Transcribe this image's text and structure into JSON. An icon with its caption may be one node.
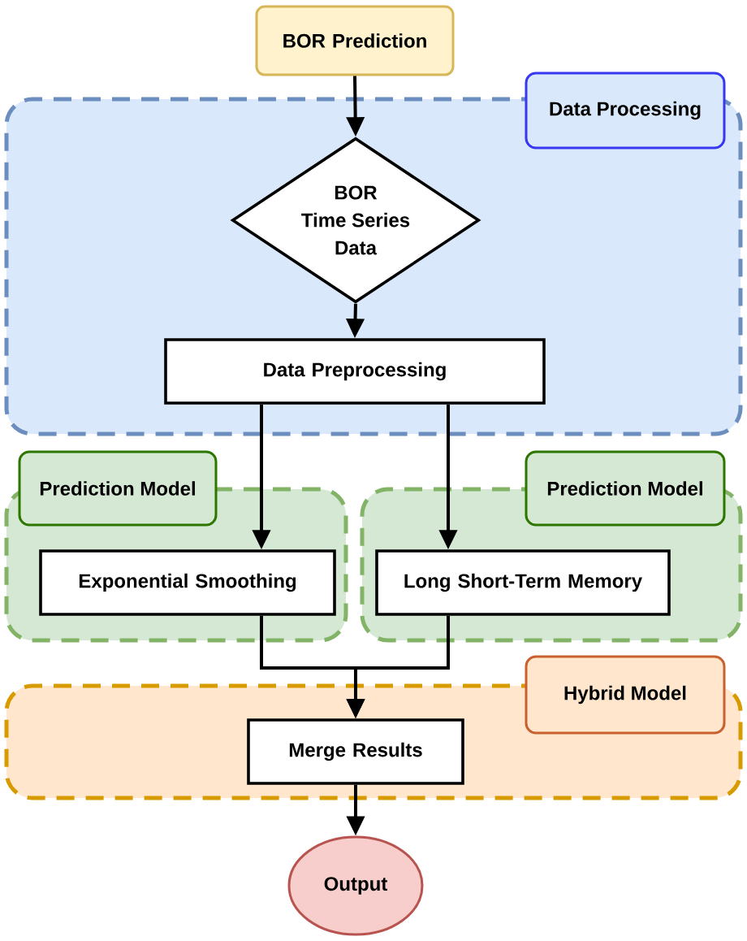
{
  "diagram": {
    "nodes": [
      {
        "text": [
          "BOR Prediction"
        ]
      },
      {
        "text": [
          "Data Processing"
        ]
      },
      {
        "text": [
          "BOR Time Series Data"
        ],
        "in": 1
      },
      {
        "text": [
          "Data Preprocessing"
        ],
        "in": 1
      },
      {
        "text": [
          "Prediction Model"
        ]
      },
      {
        "text": [
          "Exponential Smoothing"
        ],
        "in": 4
      },
      {
        "text": [
          "Prediction Model"
        ]
      },
      {
        "text": [
          "Long Short-Term Memory"
        ],
        "in": 6
      },
      {
        "text": [
          "Hybrid Model"
        ]
      },
      {
        "text": [
          "Merge Results"
        ],
        "in": 8
      },
      {
        "text": [
          "Output"
        ]
      }
    ],
    "edges": [
      {
        "from": 0,
        "to": 2,
        "arrow": "to"
      },
      {
        "from": 2,
        "to": 3,
        "arrow": "to"
      },
      {
        "from": 3,
        "to": 5,
        "arrow": "to"
      },
      {
        "from": 3,
        "to": 7,
        "arrow": "to"
      },
      {
        "from": 5,
        "to": 9,
        "arrow": "to"
      },
      {
        "from": 7,
        "to": 9,
        "arrow": "to"
      },
      {
        "from": 9,
        "to": 10,
        "arrow": "to"
      }
    ]
  }
}
